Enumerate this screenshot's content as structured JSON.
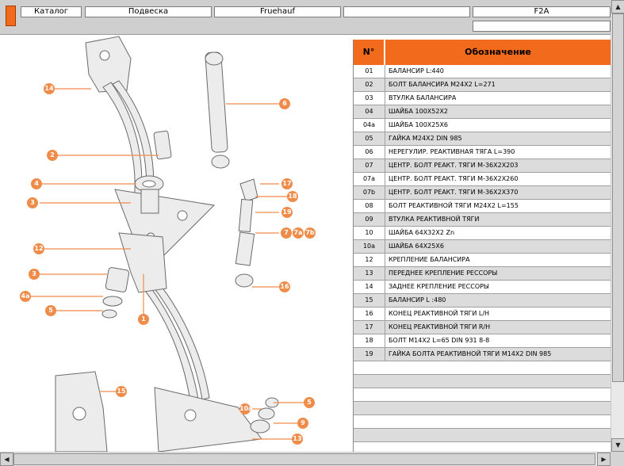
{
  "header": {
    "crumbs": [
      "Каталог",
      "Подвеска",
      "Fruehauf",
      "",
      "F2A"
    ]
  },
  "diagram": {
    "callouts": [
      "14",
      "6",
      "2",
      "4",
      "17",
      "18",
      "3",
      "19",
      "7",
      "7a",
      "7b",
      "12",
      "3",
      "16",
      "4a",
      "5",
      "1",
      "15",
      "5",
      "10a",
      "9",
      "13"
    ]
  },
  "table": {
    "headers": {
      "num": "N°",
      "name": "Обозначение"
    },
    "rows": [
      {
        "num": "01",
        "name": "БАЛАНСИР L:440"
      },
      {
        "num": "02",
        "name": "БОЛТ БАЛАНСИРА M24X2 L=271"
      },
      {
        "num": "03",
        "name": "ВТУЛКА БАЛАНСИРА"
      },
      {
        "num": "04",
        "name": "ШАЙБА 100X52X2"
      },
      {
        "num": "04a",
        "name": "ШАЙБА 100X25X6"
      },
      {
        "num": "05",
        "name": "ГАЙКА M24X2 DIN 985"
      },
      {
        "num": "06",
        "name": "НЕРЕГУЛИР. РЕАКТИВНАЯ ТЯГА L=390"
      },
      {
        "num": "07",
        "name": "ЦЕНТР. БОЛТ РЕАКТ. ТЯГИ M-36X2X203"
      },
      {
        "num": "07a",
        "name": "ЦЕНТР. БОЛТ РЕАКТ. ТЯГИ M-36X2X260"
      },
      {
        "num": "07b",
        "name": "ЦЕНТР. БОЛТ РЕАКТ. ТЯГИ M-36X2X370"
      },
      {
        "num": "08",
        "name": "БОЛТ РЕАКТИВНОЙ ТЯГИ M24X2 L=155"
      },
      {
        "num": "09",
        "name": "ВТУЛКА РЕАКТИВНОЙ ТЯГИ"
      },
      {
        "num": "10",
        "name": "ШАЙБА 64X32X2 Zn"
      },
      {
        "num": "10a",
        "name": "ШАЙБА 64X25X6"
      },
      {
        "num": "12",
        "name": "КРЕПЛЕНИЕ БАЛАНСИРА"
      },
      {
        "num": "13",
        "name": "ПЕРЕДНЕЕ КРЕПЛЕНИЕ РЕССОРЫ"
      },
      {
        "num": "14",
        "name": "ЗАДНЕЕ КРЕПЛЕНИЕ РЕССОРЫ"
      },
      {
        "num": "15",
        "name": "БАЛАНСИР L :480"
      },
      {
        "num": "16",
        "name": "КОНЕЦ РЕАКТИВНОЙ ТЯГИ L/H"
      },
      {
        "num": "17",
        "name": "КОНЕЦ РЕАКТИВНОЙ ТЯГИ R/H"
      },
      {
        "num": "18",
        "name": "БОЛТ M14X2 L=65 DIN 931 8-8"
      },
      {
        "num": "19",
        "name": "ГАЙКА БОЛТА РЕАКТИВНОЙ ТЯГИ M14X2 DIN 985"
      }
    ]
  },
  "colors": {
    "accent": "#f26a1b",
    "callout": "#f08c4a",
    "row_alt": "#dcdcdc"
  }
}
